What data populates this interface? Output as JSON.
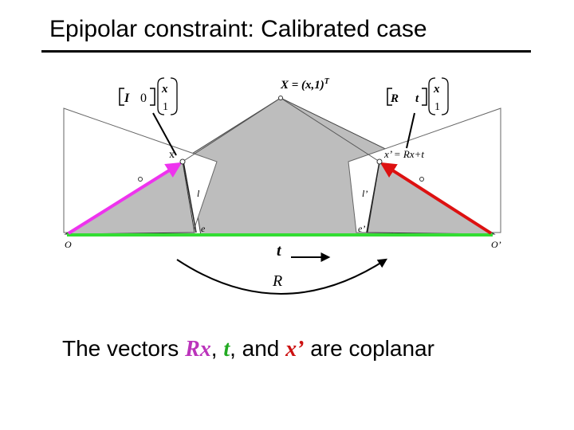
{
  "title": "Epipolar constraint: Calibrated case",
  "diagram": {
    "point_label": "X = (x,1)",
    "point_label_sup": "T",
    "left_matrix": {
      "a": "I",
      "b": "0",
      "vx": "x",
      "vy": "1"
    },
    "right_matrix": {
      "a": "R",
      "b": "t",
      "vx": "x",
      "vy": "1"
    },
    "x_label": "x",
    "x_prime_label": "x’ = Rx+t",
    "l_label": "l",
    "l_prime_label": "l’",
    "e_label": "e",
    "e_prime_label": "e’",
    "o_label": "O",
    "o_prime_label": "O’",
    "t_label": "t",
    "r_label": "R",
    "colors": {
      "baseline": "#33dd33",
      "rx_vector": "#ee33ee",
      "x_prime_vector": "#dd1111",
      "plane_fill": "#bdbdbd",
      "image_plane_fill": "#ffffff",
      "rx_text": "#bb33bb",
      "t_text": "#22aa22",
      "x_prime_text": "#cc1111"
    }
  },
  "caption": {
    "prefix": "The vectors ",
    "rx": "Rx",
    "sep1": ", ",
    "t": "t",
    "sep2": ", and ",
    "x_prime": "x’",
    "suffix": " are coplanar"
  }
}
